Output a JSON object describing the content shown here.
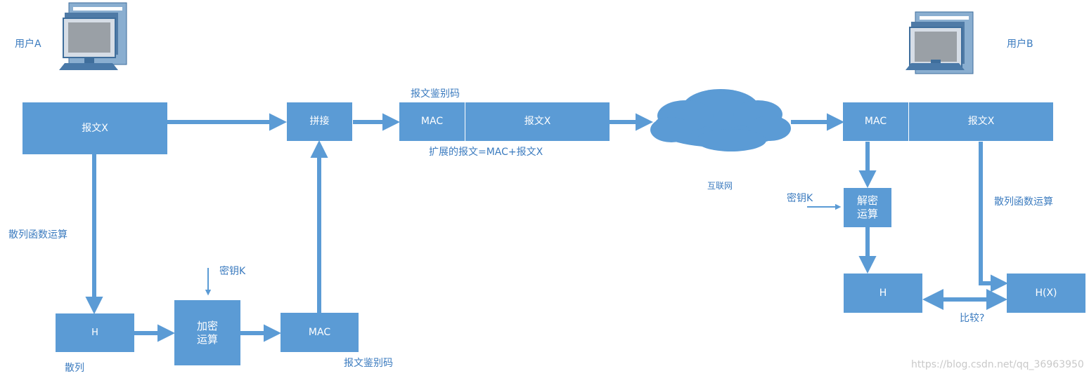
{
  "users": {
    "a": "用户A",
    "b": "用户B"
  },
  "sender": {
    "message": "报文X",
    "hash_op": "散列函数运算",
    "hash": "H",
    "hash_caption": "散列",
    "key": "密钥K",
    "encrypt": "加密\n运算",
    "mac": "MAC",
    "mac_caption": "报文鉴别码",
    "concat": "拼接"
  },
  "extended": {
    "caption_top": "报文鉴别码",
    "mac": "MAC",
    "message": "报文X",
    "caption_bottom": "扩展的报文=MAC+报文X"
  },
  "internet": "互联网",
  "receiver": {
    "mac": "MAC",
    "message": "报文X",
    "key": "密钥K",
    "decrypt": "解密\n运算",
    "hash_op": "散列函数运算",
    "h": "H",
    "hx": "H(X)",
    "compare": "比较?"
  },
  "watermark": "https://blog.csdn.net/qq_36963950",
  "colors": {
    "box": "#5b9bd5",
    "arrow": "#5b9bd5",
    "label": "#3b7bbf"
  }
}
